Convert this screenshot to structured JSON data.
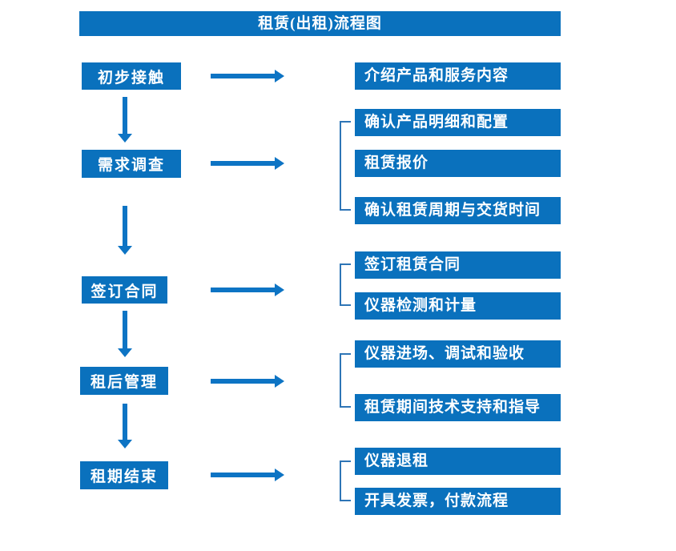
{
  "title": "租赁(出租)流程图",
  "colors": {
    "primary_blue": "#0a71bd",
    "arrow_blue": "#0d74c4",
    "bracket_blue": "#2e75b6",
    "text_white": "#ffffff",
    "background": "#ffffff"
  },
  "flow": {
    "steps": [
      {
        "label": "初步接触",
        "details": [
          "介绍产品和服务内容"
        ]
      },
      {
        "label": "需求调查",
        "details": [
          "确认产品明细和配置",
          "租赁报价",
          "确认租赁周期与交货时间"
        ]
      },
      {
        "label": "签订合同",
        "details": [
          "签订租赁合同",
          "仪器检测和计量"
        ]
      },
      {
        "label": "租后管理",
        "details": [
          "仪器进场、调试和验收",
          "租赁期间技术支持和指导"
        ]
      },
      {
        "label": "租期结束",
        "details": [
          "仪器退租",
          "开具发票，付款流程"
        ]
      }
    ]
  }
}
